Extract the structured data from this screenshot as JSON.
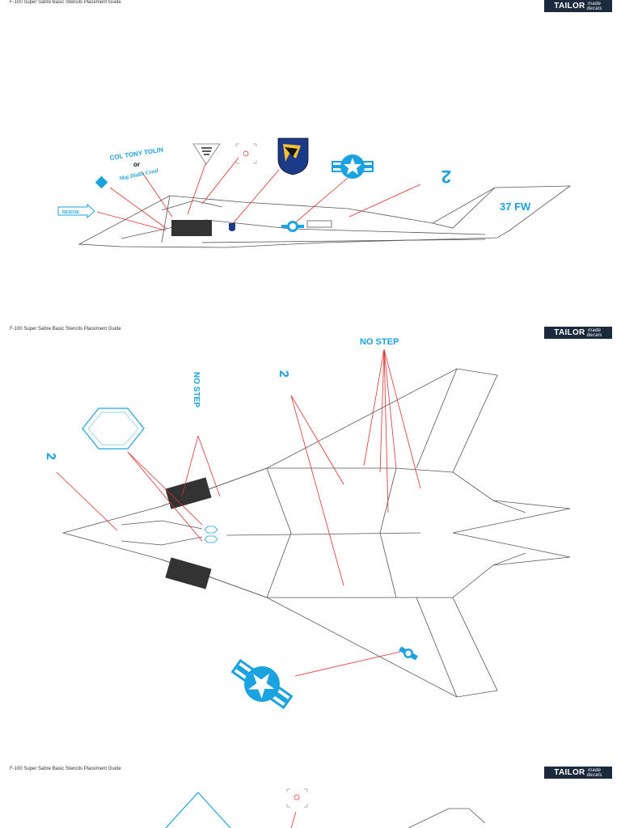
{
  "header": {
    "title": "F-100 Super Sabre Basic Stencils Placement Guide",
    "logo_main": "TAILOR",
    "logo_sub_1": "made",
    "logo_sub_2": "decals"
  },
  "side_view": {
    "pilot_name": "COL TONY TOLIN",
    "or": "or",
    "alt_name": "Maj Diallo Creal",
    "rescue": "RESCUE",
    "tail_text": "37 FW",
    "number": "2"
  },
  "top_view": {
    "no_step_top": "NO STEP",
    "no_step_vertical": "NO STEP",
    "number_a": "2",
    "number_b": "2"
  },
  "colors": {
    "accent": "#1aa3e0",
    "leader_line": "#e0302e",
    "outline": "#555555",
    "logo_bg": "#1b2a3d"
  }
}
